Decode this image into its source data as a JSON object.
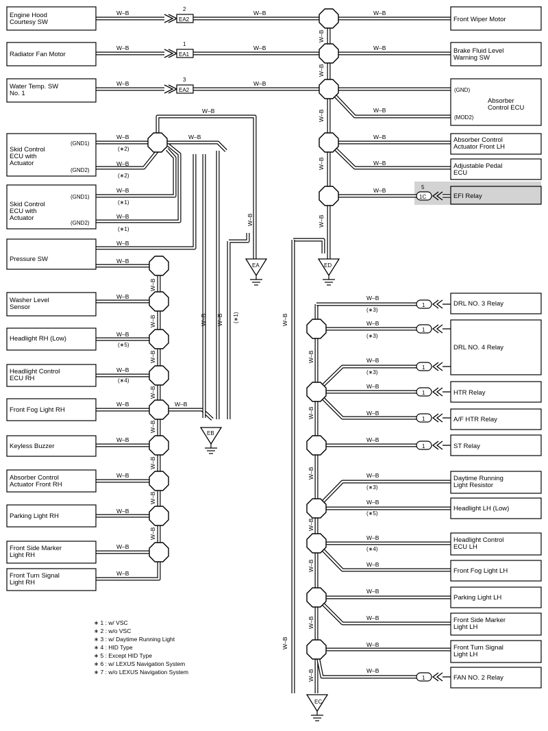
{
  "wire_color": "W–B",
  "components": {
    "engine_hood": [
      "Engine Hood",
      "Courtesy SW"
    ],
    "radiator_fan": [
      "Radiator Fan Motor"
    ],
    "water_temp": [
      "Water Temp.  SW",
      "No. 1"
    ],
    "skid1": [
      "Skid Control",
      "ECU with",
      "Actuator"
    ],
    "skid1_gnd1": "(GND1)",
    "skid1_gnd2": "(GND2)",
    "skid2": [
      "Skid Control",
      "ECU with",
      "Actuator"
    ],
    "skid2_gnd1": "(GND1)",
    "skid2_gnd2": "(GND2)",
    "pressure_sw": [
      "Pressure SW"
    ],
    "washer": [
      "Washer Level",
      "Sensor"
    ],
    "headlight_rh_low": [
      "Headlight RH (Low)"
    ],
    "hl_ctrl_rh": [
      "Headlight Control",
      "ECU RH"
    ],
    "fog_rh": [
      "Front Fog Light RH"
    ],
    "keyless": [
      "Keyless Buzzer"
    ],
    "abs_ctrl_rh": [
      "Absorber Control",
      "Actuator Front RH"
    ],
    "parking_rh": [
      "Parking Light RH"
    ],
    "side_marker_rh": [
      "Front Side Marker",
      "Light RH"
    ],
    "turn_rh": [
      "Front Turn Signal",
      "Light RH"
    ],
    "wiper": [
      "Front Wiper Motor"
    ],
    "brake_fluid": [
      "Brake Fluid Level",
      "Warning SW"
    ],
    "absorber_ecu": [
      "Absorber",
      "Control ECU"
    ],
    "absorber_gnd": "(GND)",
    "absorber_mod2": "(MOD2)",
    "abs_ctrl_lh": [
      "Absorber Control",
      "Actuator Front LH"
    ],
    "pedal": [
      "Adjustable Pedal",
      "ECU"
    ],
    "efi": [
      "EFI Relay"
    ],
    "drl3": [
      "DRL NO. 3 Relay"
    ],
    "drl4": [
      "DRL NO. 4 Relay"
    ],
    "htr": [
      "HTR Relay"
    ],
    "af_htr": [
      "A/F HTR Relay"
    ],
    "st": [
      "ST Relay"
    ],
    "drl_resistor": [
      "Daytime Running",
      "Light Resistor"
    ],
    "headlight_lh_low": [
      "Headlight LH (Low)"
    ],
    "hl_ctrl_lh": [
      "Headlight Control",
      "ECU LH"
    ],
    "fog_lh": [
      "Front Fog Light LH"
    ],
    "parking_lh": [
      "Parking Light LH"
    ],
    "side_marker_lh": [
      "Front Side Marker",
      "Light LH"
    ],
    "turn_lh": [
      "Front Turn Signal",
      "Light LH"
    ],
    "fan2": [
      "FAN NO. 2 Relay"
    ]
  },
  "connectors": {
    "ea2_top": {
      "code": "EA2",
      "pin": "2"
    },
    "ea1": {
      "code": "EA1",
      "pin": "1"
    },
    "ea2_mid": {
      "code": "EA2",
      "pin": "3"
    },
    "efi_1c": {
      "code": "1C",
      "pin": "5"
    },
    "relay_pin": "1"
  },
  "grounds": {
    "ea": "EA",
    "eb": "EB",
    "ec": "EC",
    "ed": "ED"
  },
  "conditions": {
    "c1": "(∗1)",
    "c2": "(∗2)",
    "c3": "(∗3)",
    "c4": "(∗4)",
    "c5": "(∗5)"
  },
  "notes": [
    "∗ 1 : w/ VSC",
    "∗ 2 : w/o VSC",
    "∗ 3 : w/ Daytime Running Light",
    "∗ 4 : HID Type",
    "∗ 5 : Except HID Type",
    "∗ 6 : w/ LEXUS Navigation System",
    "∗ 7 : w/o LEXUS Navigation System"
  ],
  "colors": {
    "efi_highlight": "#d3d3d3",
    "line": "#000000"
  }
}
